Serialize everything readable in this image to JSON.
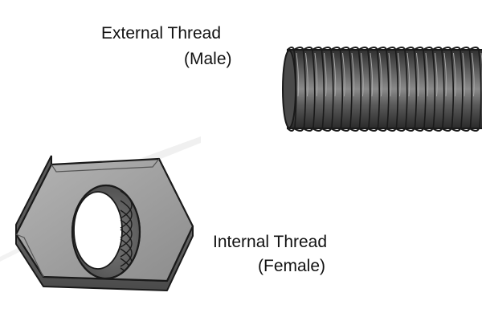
{
  "labels": {
    "external_line1": "External Thread",
    "external_line2": "(Male)",
    "internal_line1": "Internal Thread",
    "internal_line2": "(Female)"
  },
  "colors": {
    "background": "#ffffff",
    "text": "#111111",
    "outline": "#1a1a1a",
    "metal_dark": "#3c3c3c",
    "metal_light": "#8a8a8a",
    "nut_face": "#9c9c9c"
  },
  "illustration": {
    "external": "threaded-rod-icon",
    "internal": "hex-nut-icon"
  }
}
